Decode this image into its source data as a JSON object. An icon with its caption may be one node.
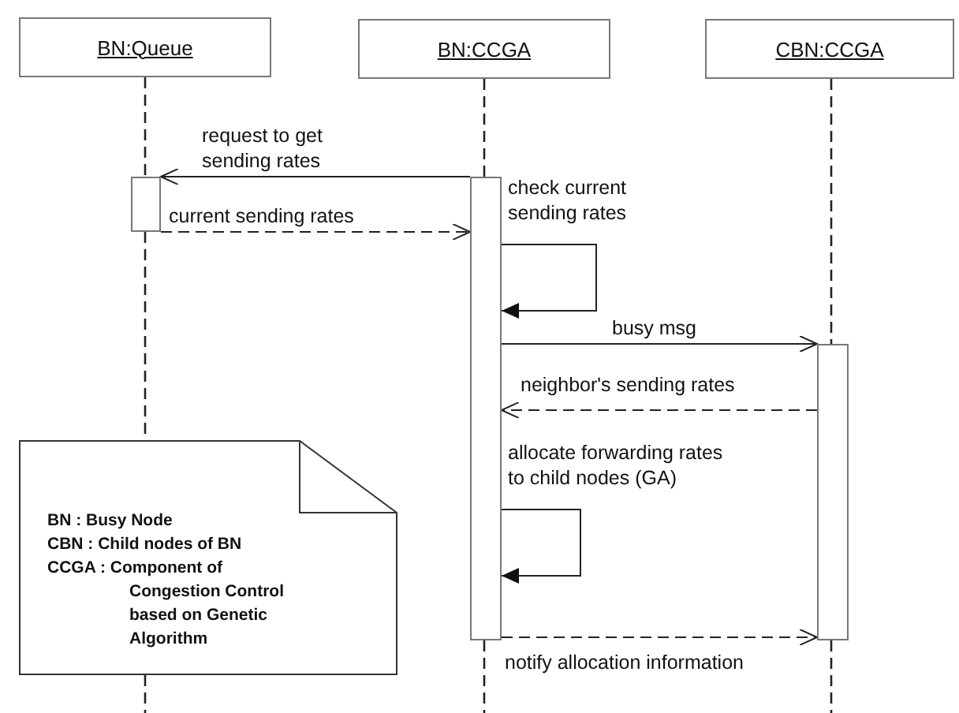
{
  "diagram": {
    "nodes": [
      {
        "text": [
          "BN:Queue"
        ]
      },
      {
        "text": [
          "BN:CCGA"
        ]
      },
      {
        "text": [
          "CBN:CCGA"
        ]
      },
      {
        "text": [],
        "shape": "bar"
      },
      {
        "text": [],
        "shape": "bar"
      },
      {
        "text": [],
        "shape": "bar"
      },
      {
        "text": [
          "BN : Busy Node",
          "CBN : Child nodes of BN",
          "CCGA : Component of Congestion Control based on Genetic Algorithm"
        ]
      }
    ],
    "edges": [
      {
        "from": 4,
        "to": 3,
        "arrow": "to",
        "label": "request to get sending rates"
      },
      {
        "from": 3,
        "to": 4,
        "arrow": "to",
        "style": "dashed",
        "label": "current sending rates"
      },
      {
        "from": 4,
        "to": 4,
        "arrow": "to",
        "label": "check current sending rates"
      },
      {
        "from": 4,
        "to": 5,
        "arrow": "to",
        "label": "busy msg"
      },
      {
        "from": 5,
        "to": 4,
        "arrow": "to",
        "style": "dashed",
        "label": "neighbor's sending rates"
      },
      {
        "from": 4,
        "to": 4,
        "arrow": "to",
        "label": "allocate forwarding rates to child nodes (GA)"
      },
      {
        "from": 4,
        "to": 5,
        "arrow": "to",
        "style": "dashed",
        "label": "notify allocation information"
      },
      {
        "from": 0,
        "to": 3,
        "arrow": "none",
        "style": "dashed"
      },
      {
        "from": 3,
        "to": 6,
        "arrow": "none",
        "style": "dashed"
      },
      {
        "from": 6,
        "to": null,
        "arrow": "none",
        "style": "dashed"
      },
      {
        "from": 1,
        "to": 4,
        "arrow": "none",
        "style": "dashed"
      },
      {
        "from": 4,
        "to": null,
        "arrow": "none",
        "style": "dashed"
      },
      {
        "from": 2,
        "to": 5,
        "arrow": "none",
        "style": "dashed"
      },
      {
        "from": 5,
        "to": null,
        "arrow": "none",
        "style": "dashed"
      }
    ]
  }
}
